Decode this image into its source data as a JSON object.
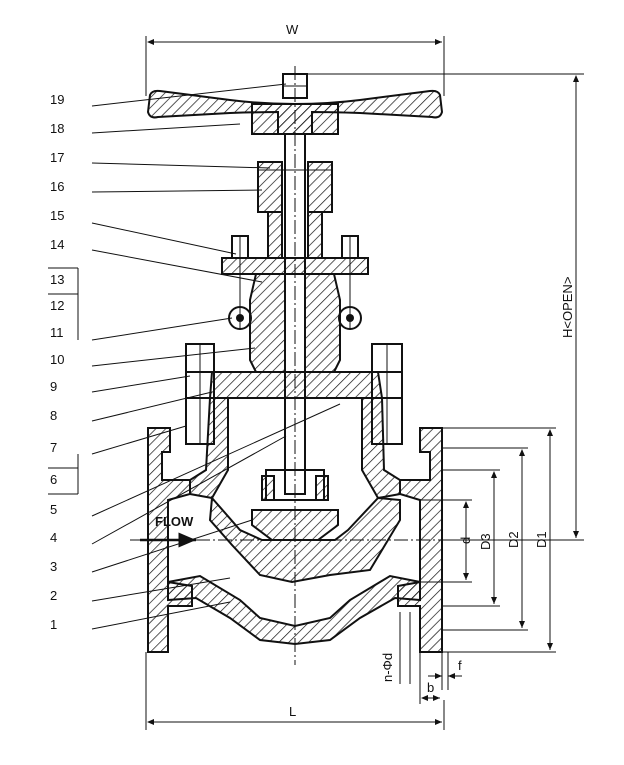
{
  "diagram": {
    "part_numbers": [
      "19",
      "18",
      "17",
      "16",
      "15",
      "14",
      "13",
      "12",
      "11",
      "10",
      "9",
      "8",
      "7",
      "6",
      "5",
      "4",
      "3",
      "2",
      "1"
    ],
    "dimensions": {
      "W": "W",
      "H": "H<OPEN>",
      "D1": "D1",
      "D2": "D2",
      "D3": "D3",
      "d": "d",
      "L": "L",
      "b": "b",
      "f": "f",
      "nd": "n-Φd"
    },
    "flow_label": "FLOW"
  }
}
